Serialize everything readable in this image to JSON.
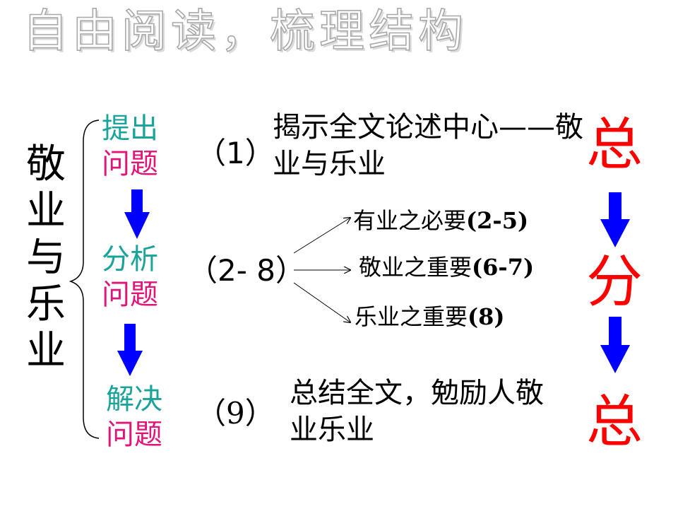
{
  "title": "自由阅读，梳理结构",
  "topic": "敬业与乐业",
  "stages": [
    {
      "line1": "提出",
      "line2": "问题"
    },
    {
      "line1": "分析",
      "line2": "问题"
    },
    {
      "line1": "解决",
      "line2": "问题"
    }
  ],
  "paragraphs": [
    "（1）",
    "（2- 8）",
    "（9）"
  ],
  "contents": {
    "intro": "揭示全文论述中心——敬业与乐业",
    "conclusion": "总结全文，勉励人敬业乐业"
  },
  "sub_points": [
    {
      "text": "有业之必要",
      "ref": "(2-5)"
    },
    {
      "text": "敬业之重要",
      "ref": "(6-7)"
    },
    {
      "text": "乐业之重要",
      "ref": "(8)"
    }
  ],
  "structure_marks": [
    "总",
    "分",
    "总"
  ],
  "colors": {
    "stage_top": "#1aa39a",
    "stage_bottom": "#e0157a",
    "mark": "#ff0000",
    "arrow": "#0000ff",
    "title_outline": "#a9a9a9"
  }
}
